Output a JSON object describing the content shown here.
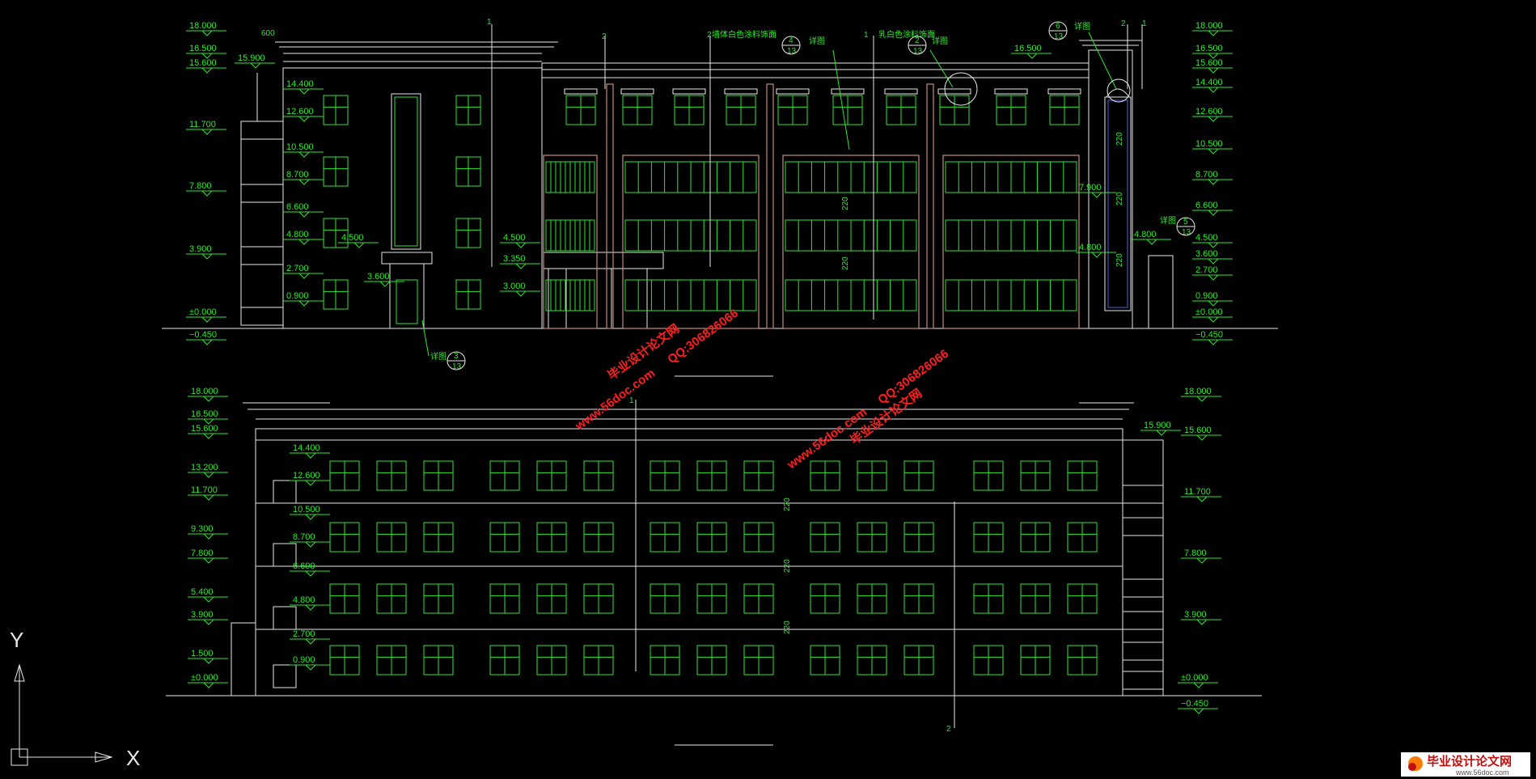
{
  "drawing": {
    "front_elevation": {
      "left_levels": [
        "18.000",
        "16.500",
        "15.600",
        "15.900",
        "11.700",
        "7.800",
        "3.900",
        "±0.000",
        "−0.450"
      ],
      "inner_levels": [
        "14.400",
        "12.600",
        "10.500",
        "8.700",
        "6.600",
        "4.800",
        "2.700",
        "0.900"
      ],
      "center_levels": [
        "4.500",
        "3.350",
        "3.000",
        "4.500",
        "3.600"
      ],
      "right_levels": [
        "18.000",
        "16.500",
        "15.600",
        "14.400",
        "12.600",
        "10.500",
        "8.700",
        "6.600",
        "4.500",
        "3.600",
        "2.700",
        "0.900",
        "±0.000",
        "−0.450"
      ],
      "bay_levels": [
        "7.900",
        "4.800",
        "4.800",
        "16.500"
      ],
      "dims": [
        "220",
        "220",
        "220",
        "220",
        "220"
      ],
      "grid_marks": [
        "1",
        "2",
        "2",
        "1",
        "2",
        "1",
        "1"
      ],
      "callout_notes": [
        "详图",
        "详图",
        "详图",
        "详图",
        "详图"
      ],
      "callout_refs": [
        "4",
        "13",
        "2",
        "13",
        "6",
        "13",
        "5",
        "13",
        "3",
        "13"
      ],
      "top_dim": "600",
      "tiny_notes": [
        "墙体白色涂料饰面",
        "乳白色涂料饰面"
      ]
    },
    "rear_elevation": {
      "left_levels": [
        "18.000",
        "16.500",
        "15.600",
        "13.200",
        "11.700",
        "9.300",
        "7.800",
        "5.400",
        "3.900",
        "1.500",
        "±0.000"
      ],
      "inner_levels": [
        "14.400",
        "12.600",
        "10.500",
        "8.700",
        "6.600",
        "4.800",
        "2.700",
        "0.900"
      ],
      "right_levels": [
        "18.000",
        "15.900",
        "15.600",
        "11.700",
        "7.800",
        "3.900",
        "±0.000",
        "−0.450"
      ],
      "dims": [
        "220",
        "220",
        "220"
      ],
      "grid_marks": [
        "1",
        "2"
      ]
    },
    "watermarks": [
      "毕业设计论文网",
      "www.56doc.com",
      "QQ:306826066",
      "毕业设计论文网",
      "www.56doc.com",
      "QQ:306826066"
    ],
    "ucs": {
      "x_label": "X",
      "y_label": "Y"
    },
    "logo": {
      "text": "毕业设计论文网",
      "url": "www.56doc.com"
    }
  }
}
